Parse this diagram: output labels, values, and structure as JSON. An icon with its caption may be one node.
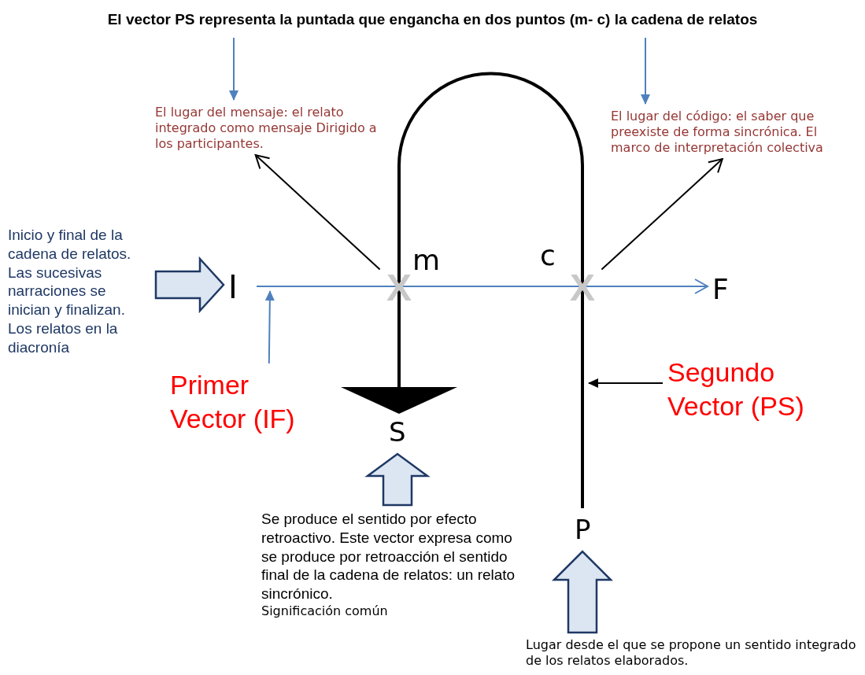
{
  "diagram": {
    "title": "El vector PS representa la puntada que engancha en dos puntos (m- c) la cadena de relatos",
    "nodes": [
      {
        "text": [
          "El lugar del mensaje: el relato integrado como mensaje Dirigido a los participantes."
        ]
      },
      {
        "text": [
          "El lugar del código: el saber que preexiste de forma sincrónica. El marco de interpretación colectiva"
        ]
      },
      {
        "text": [
          "Inicio y final de la cadena de relatos. Las sucesivas narraciones se inician y finalizan. Los relatos en la diacronía"
        ]
      },
      {
        "text": [
          "m"
        ]
      },
      {
        "text": [
          "c"
        ]
      },
      {
        "text": [
          "I"
        ]
      },
      {
        "text": [
          "X"
        ]
      },
      {
        "text": [
          "X"
        ]
      },
      {
        "text": [
          "F"
        ]
      },
      {
        "text": [
          "Primer Vector (IF)"
        ]
      },
      {
        "text": [
          "Segundo Vector (PS)"
        ]
      },
      {
        "text": [
          "S"
        ]
      },
      {
        "text": [
          "P"
        ]
      },
      {
        "text": [
          "Se produce el sentido por efecto retroactivo. Este vector expresa como se produce por retroacción el sentido final de la cadena de relatos: un relato sincrónico.",
          "Significación común"
        ]
      },
      {
        "text": [
          "Lugar desde el que se propone un sentido integrado de los relatos elaborados."
        ]
      }
    ],
    "edges": [
      {
        "from": null,
        "to": 0,
        "arrow": "to",
        "color": "#4f81bd"
      },
      {
        "from": null,
        "to": 1,
        "arrow": "to",
        "color": "#4f81bd"
      },
      {
        "from": 5,
        "to": 8,
        "arrow": "to",
        "color": "#4f81bd"
      },
      {
        "from": 6,
        "to": 0,
        "arrow": "to",
        "color": "#000000"
      },
      {
        "from": 7,
        "to": 1,
        "arrow": "to",
        "color": "#000000"
      },
      {
        "from": 12,
        "to": 11,
        "arrow": "to",
        "style": "thick",
        "color": "#000000"
      },
      {
        "from": 9,
        "to": null,
        "arrow": "to",
        "color": "#4f81bd"
      },
      {
        "from": 10,
        "to": null,
        "arrow": "to",
        "color": "#000000"
      },
      {
        "from": 2,
        "to": 5,
        "arrow": "to",
        "style": "thick",
        "color": "#dce6f2"
      },
      {
        "from": 13,
        "to": 11,
        "arrow": "to",
        "style": "thick",
        "color": "#dce6f2"
      },
      {
        "from": 14,
        "to": 12,
        "arrow": "to",
        "style": "thick",
        "color": "#dce6f2"
      }
    ]
  }
}
